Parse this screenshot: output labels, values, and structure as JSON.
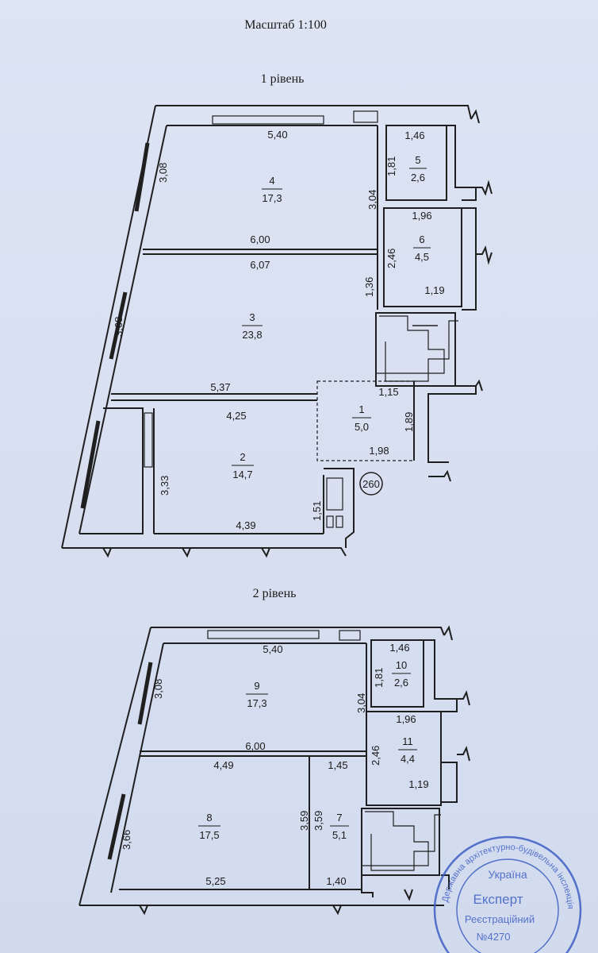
{
  "scale_title": "Масштаб 1:100",
  "level1": {
    "title": "1 рівень",
    "rooms": [
      {
        "no": "4",
        "area": "17,3"
      },
      {
        "no": "5",
        "area": "2,6"
      },
      {
        "no": "6",
        "area": "4,5"
      },
      {
        "no": "3",
        "area": "23,8"
      },
      {
        "no": "1",
        "area": "5,0"
      },
      {
        "no": "2",
        "area": "14,7"
      }
    ],
    "dims": [
      "5,40",
      "3,08",
      "3,04",
      "1,46",
      "1,81",
      "1,96",
      "2,46",
      "6,00",
      "6,07",
      "1,36",
      "1,19",
      "3,68",
      "5,37",
      "1,15",
      "4,25",
      "1,89",
      "1,98",
      "3,33",
      "1,51",
      "4,39"
    ],
    "marker": "260"
  },
  "level2": {
    "title": "2 рівень",
    "rooms": [
      {
        "no": "9",
        "area": "17,3"
      },
      {
        "no": "10",
        "area": "2,6"
      },
      {
        "no": "11",
        "area": "4,4"
      },
      {
        "no": "8",
        "area": "17,5"
      },
      {
        "no": "7",
        "area": "5,1"
      }
    ],
    "dims": [
      "5,40",
      "3,08",
      "3,04",
      "1,46",
      "1,81",
      "1,96",
      "2,46",
      "6,00",
      "4,49",
      "1,45",
      "1,19",
      "3,66",
      "3,59",
      "3,59",
      "5,25",
      "1,40"
    ]
  },
  "stamp": {
    "country": "Україна",
    "role": "Експерт",
    "registry": "Реєстраційний",
    "number": "№4270",
    "ring_text": "Державна архітектурно-будівельна інспекція"
  }
}
